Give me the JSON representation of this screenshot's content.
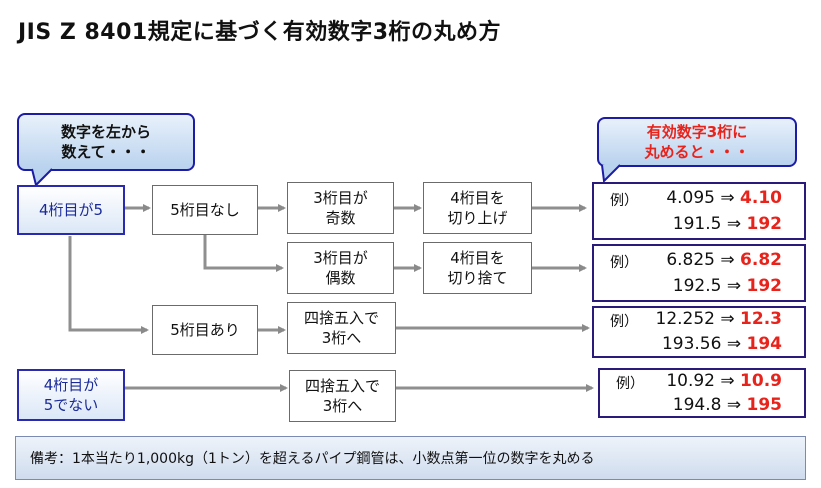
{
  "title": "JIS Z 8401規定に基づく有効数字3桁の丸め方",
  "bubble_left": [
    "数字を左から",
    "数えて・・・"
  ],
  "bubble_right": [
    "有効数字3桁に",
    "丸めると・・・"
  ],
  "nodes": {
    "d4_is5": "4桁目が5",
    "d5_none": "5桁目なし",
    "d3_odd": [
      "3桁目が",
      "奇数"
    ],
    "round_up": [
      "4桁目を",
      "切り上げ"
    ],
    "d3_even": [
      "3桁目が",
      "偶数"
    ],
    "round_down": [
      "4桁目を",
      "切り捨て"
    ],
    "d5_exists": "5桁目あり",
    "round_half_a": [
      "四捨五入で",
      "3桁へ"
    ],
    "d4_not5": [
      "4桁目が",
      "5でない"
    ],
    "round_half_b": [
      "四捨五入で",
      "3桁へ"
    ]
  },
  "example_label": "例）",
  "arrow_symbol": "⇒",
  "results": [
    {
      "rows": [
        {
          "from": "4.095",
          "to": "4.10"
        },
        {
          "from": "191.5",
          "to": "192"
        }
      ]
    },
    {
      "rows": [
        {
          "from": "6.825",
          "to": "6.82"
        },
        {
          "from": "192.5",
          "to": "192"
        }
      ]
    },
    {
      "rows": [
        {
          "from": "12.252",
          "to": "12.3"
        },
        {
          "from": "193.56",
          "to": "194"
        }
      ]
    },
    {
      "rows": [
        {
          "from": "10.92",
          "to": "10.9"
        },
        {
          "from": "194.8",
          "to": "195"
        }
      ]
    }
  ],
  "note": "備考：1本当たり1,000kg（1トン）を超えるパイプ鋼管は、小数点第一位の数字を丸める"
}
